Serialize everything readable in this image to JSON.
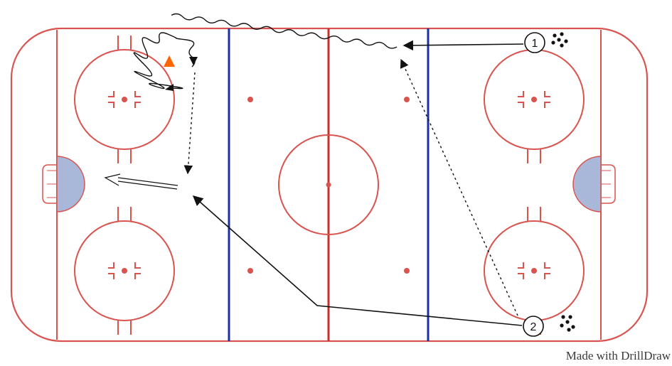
{
  "diagram": {
    "players": [
      {
        "id": "player-1",
        "label": "1"
      },
      {
        "id": "player-2",
        "label": "2"
      }
    ],
    "cone": {
      "icon": "cone-icon",
      "color": "#ff6600"
    },
    "puck_pile_icon": "puck-pile-icon"
  },
  "colors": {
    "boards": "#d9534f",
    "red_line": "#c9302c",
    "blue_line": "#1a2fa8",
    "crease": "#a9b8d9",
    "arrow": "#111111"
  },
  "watermark": "Made with DrillDraw"
}
